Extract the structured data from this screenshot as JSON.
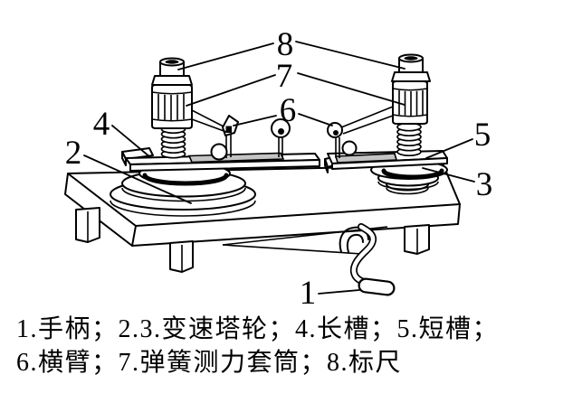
{
  "figure": {
    "part_labels": {
      "n1": "1",
      "n2": "2",
      "n3": "3",
      "n4": "4",
      "n5": "5",
      "n6": "6",
      "n7": "7",
      "n8": "8"
    }
  },
  "caption": {
    "line1": "1.手柄；2.3.变速塔轮；4.长槽；5.短槽；",
    "line2": "6.横臂；7.弹簧测力套筒；8.标尺"
  },
  "colors": {
    "line": "#000000",
    "slot_fill": "#c4c4c4",
    "background": "#ffffff"
  }
}
